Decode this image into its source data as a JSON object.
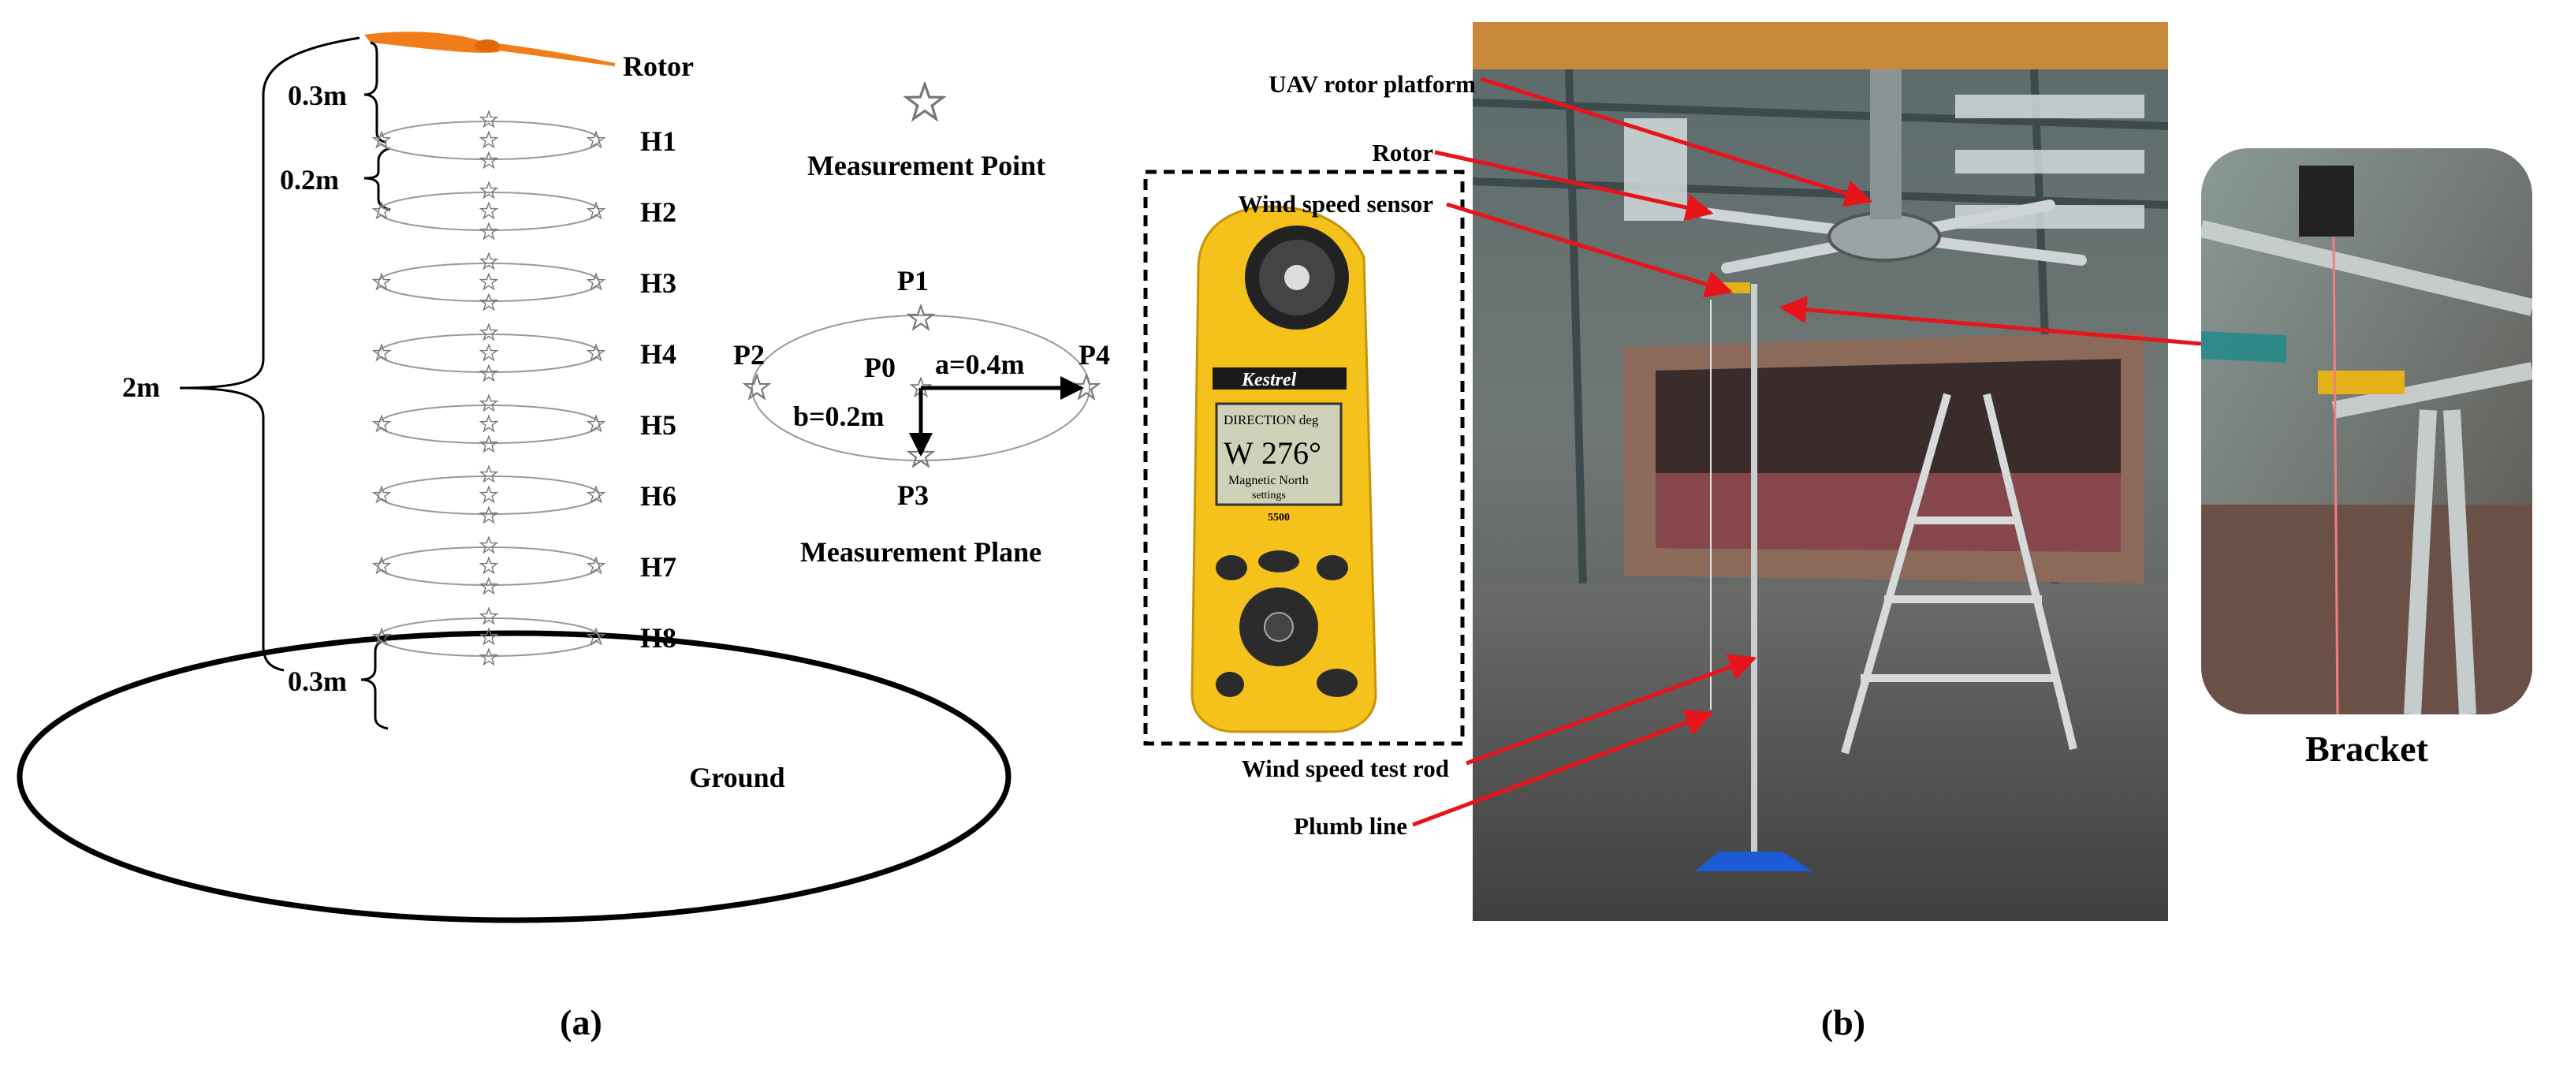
{
  "panel_a": {
    "caption": "(a)",
    "rotor_label": "Rotor",
    "height_labels": [
      "H1",
      "H2",
      "H3",
      "H4",
      "H5",
      "H6",
      "H7",
      "H8"
    ],
    "dim_top": "0.3m",
    "dim_spacing": "0.2m",
    "dim_total": "2m",
    "dim_bottom": "0.3m",
    "ground_label": "Ground",
    "legend_label": "Measurement Point",
    "plane": {
      "title": "Measurement Plane",
      "points": [
        "P0",
        "P1",
        "P2",
        "P3",
        "P4"
      ],
      "a_label": "a=0.4m",
      "b_label": "b=0.2m"
    },
    "colors": {
      "rotor": "#f07d1a",
      "star": "#777777",
      "ellipse": "#999999"
    }
  },
  "panel_b": {
    "caption": "(b)",
    "callouts": [
      "UAV rotor platform",
      "Rotor",
      "Wind speed sensor",
      "Wind speed test rod",
      "Plumb line"
    ],
    "bracket_label": "Bracket",
    "device": {
      "brand": "Kestrel",
      "screen_line1": "DIRECTION deg",
      "screen_dir": "W",
      "screen_value": "276°",
      "screen_line3": "Magnetic North",
      "screen_line4": "settings",
      "model": "5500"
    },
    "colors": {
      "arrow": "#e8141c",
      "device_body": "#f4c21a"
    }
  }
}
